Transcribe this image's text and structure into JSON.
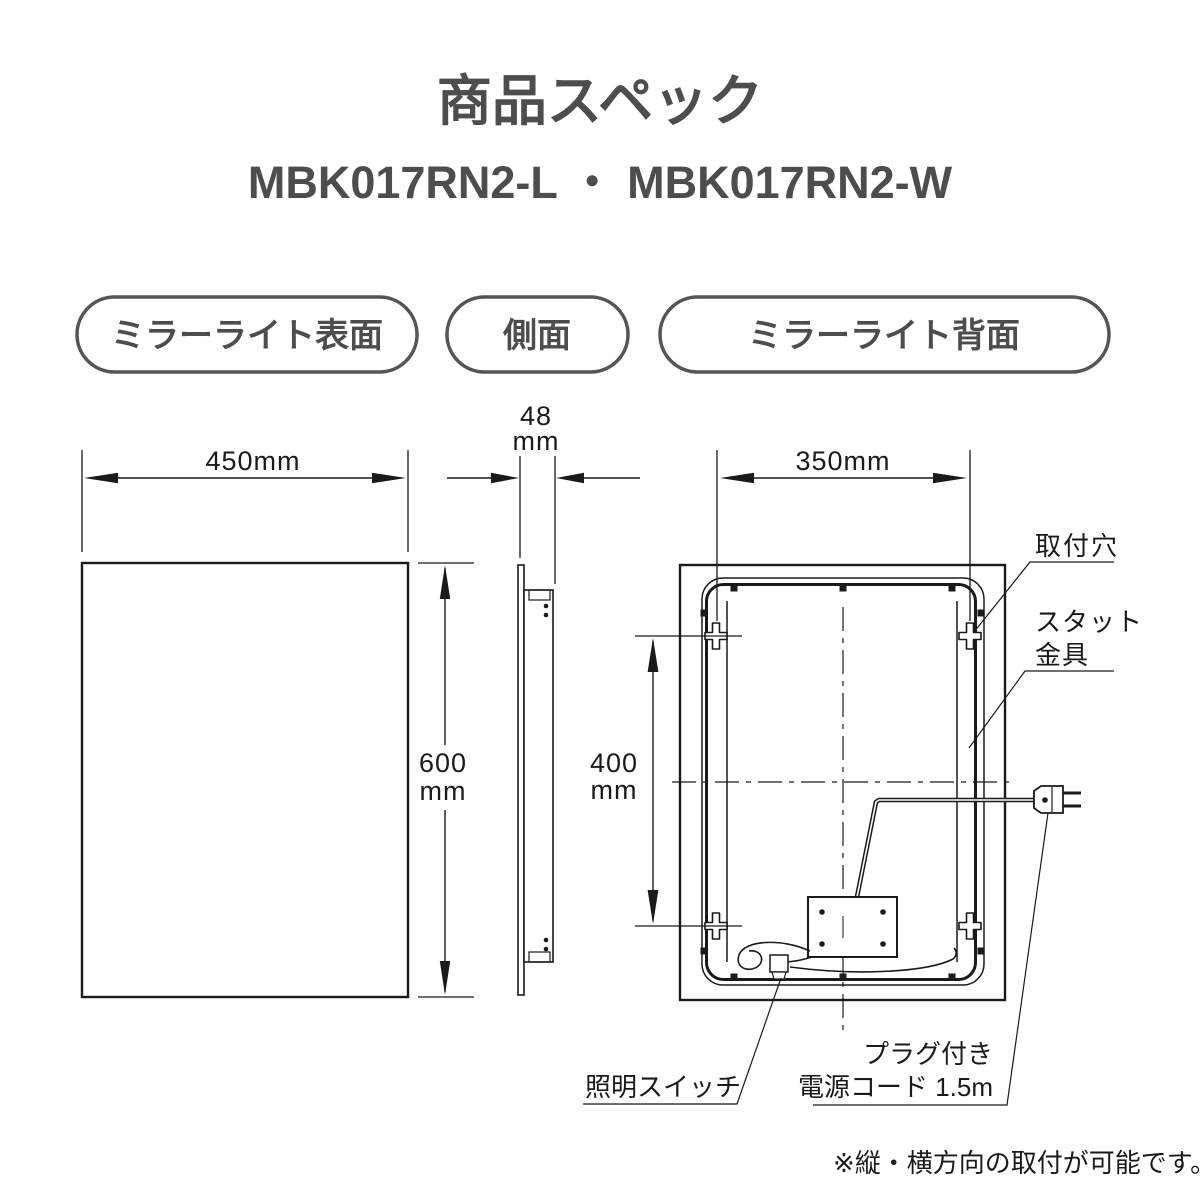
{
  "header": {
    "title": "商品スペック",
    "subtitle": "MBK017RN2-L ・ MBK017RN2-W"
  },
  "view_labels": {
    "front": "ミラーライト表面",
    "side": "側面",
    "back": "ミラーライト背面"
  },
  "dimensions": {
    "front_width": "450mm",
    "front_height_value": "600",
    "front_height_unit": "mm",
    "side_depth_value": "48",
    "side_depth_unit": "mm",
    "back_hole_width": "350mm",
    "back_hole_height_value": "400",
    "back_hole_height_unit": "mm"
  },
  "annotations": {
    "mounting_hole": "取付穴",
    "stud_bracket_line1": "スタット",
    "stud_bracket_line2": "金具",
    "light_switch": "照明スイッチ",
    "power_cord_line1": "プラグ付き",
    "power_cord_line2": "電源コード 1.5m",
    "note": "※縦・横方向の取付が可能です。"
  },
  "colors": {
    "line": "#1a1a1a",
    "heading": "#4d4d4d",
    "pill_border": "#555555"
  }
}
